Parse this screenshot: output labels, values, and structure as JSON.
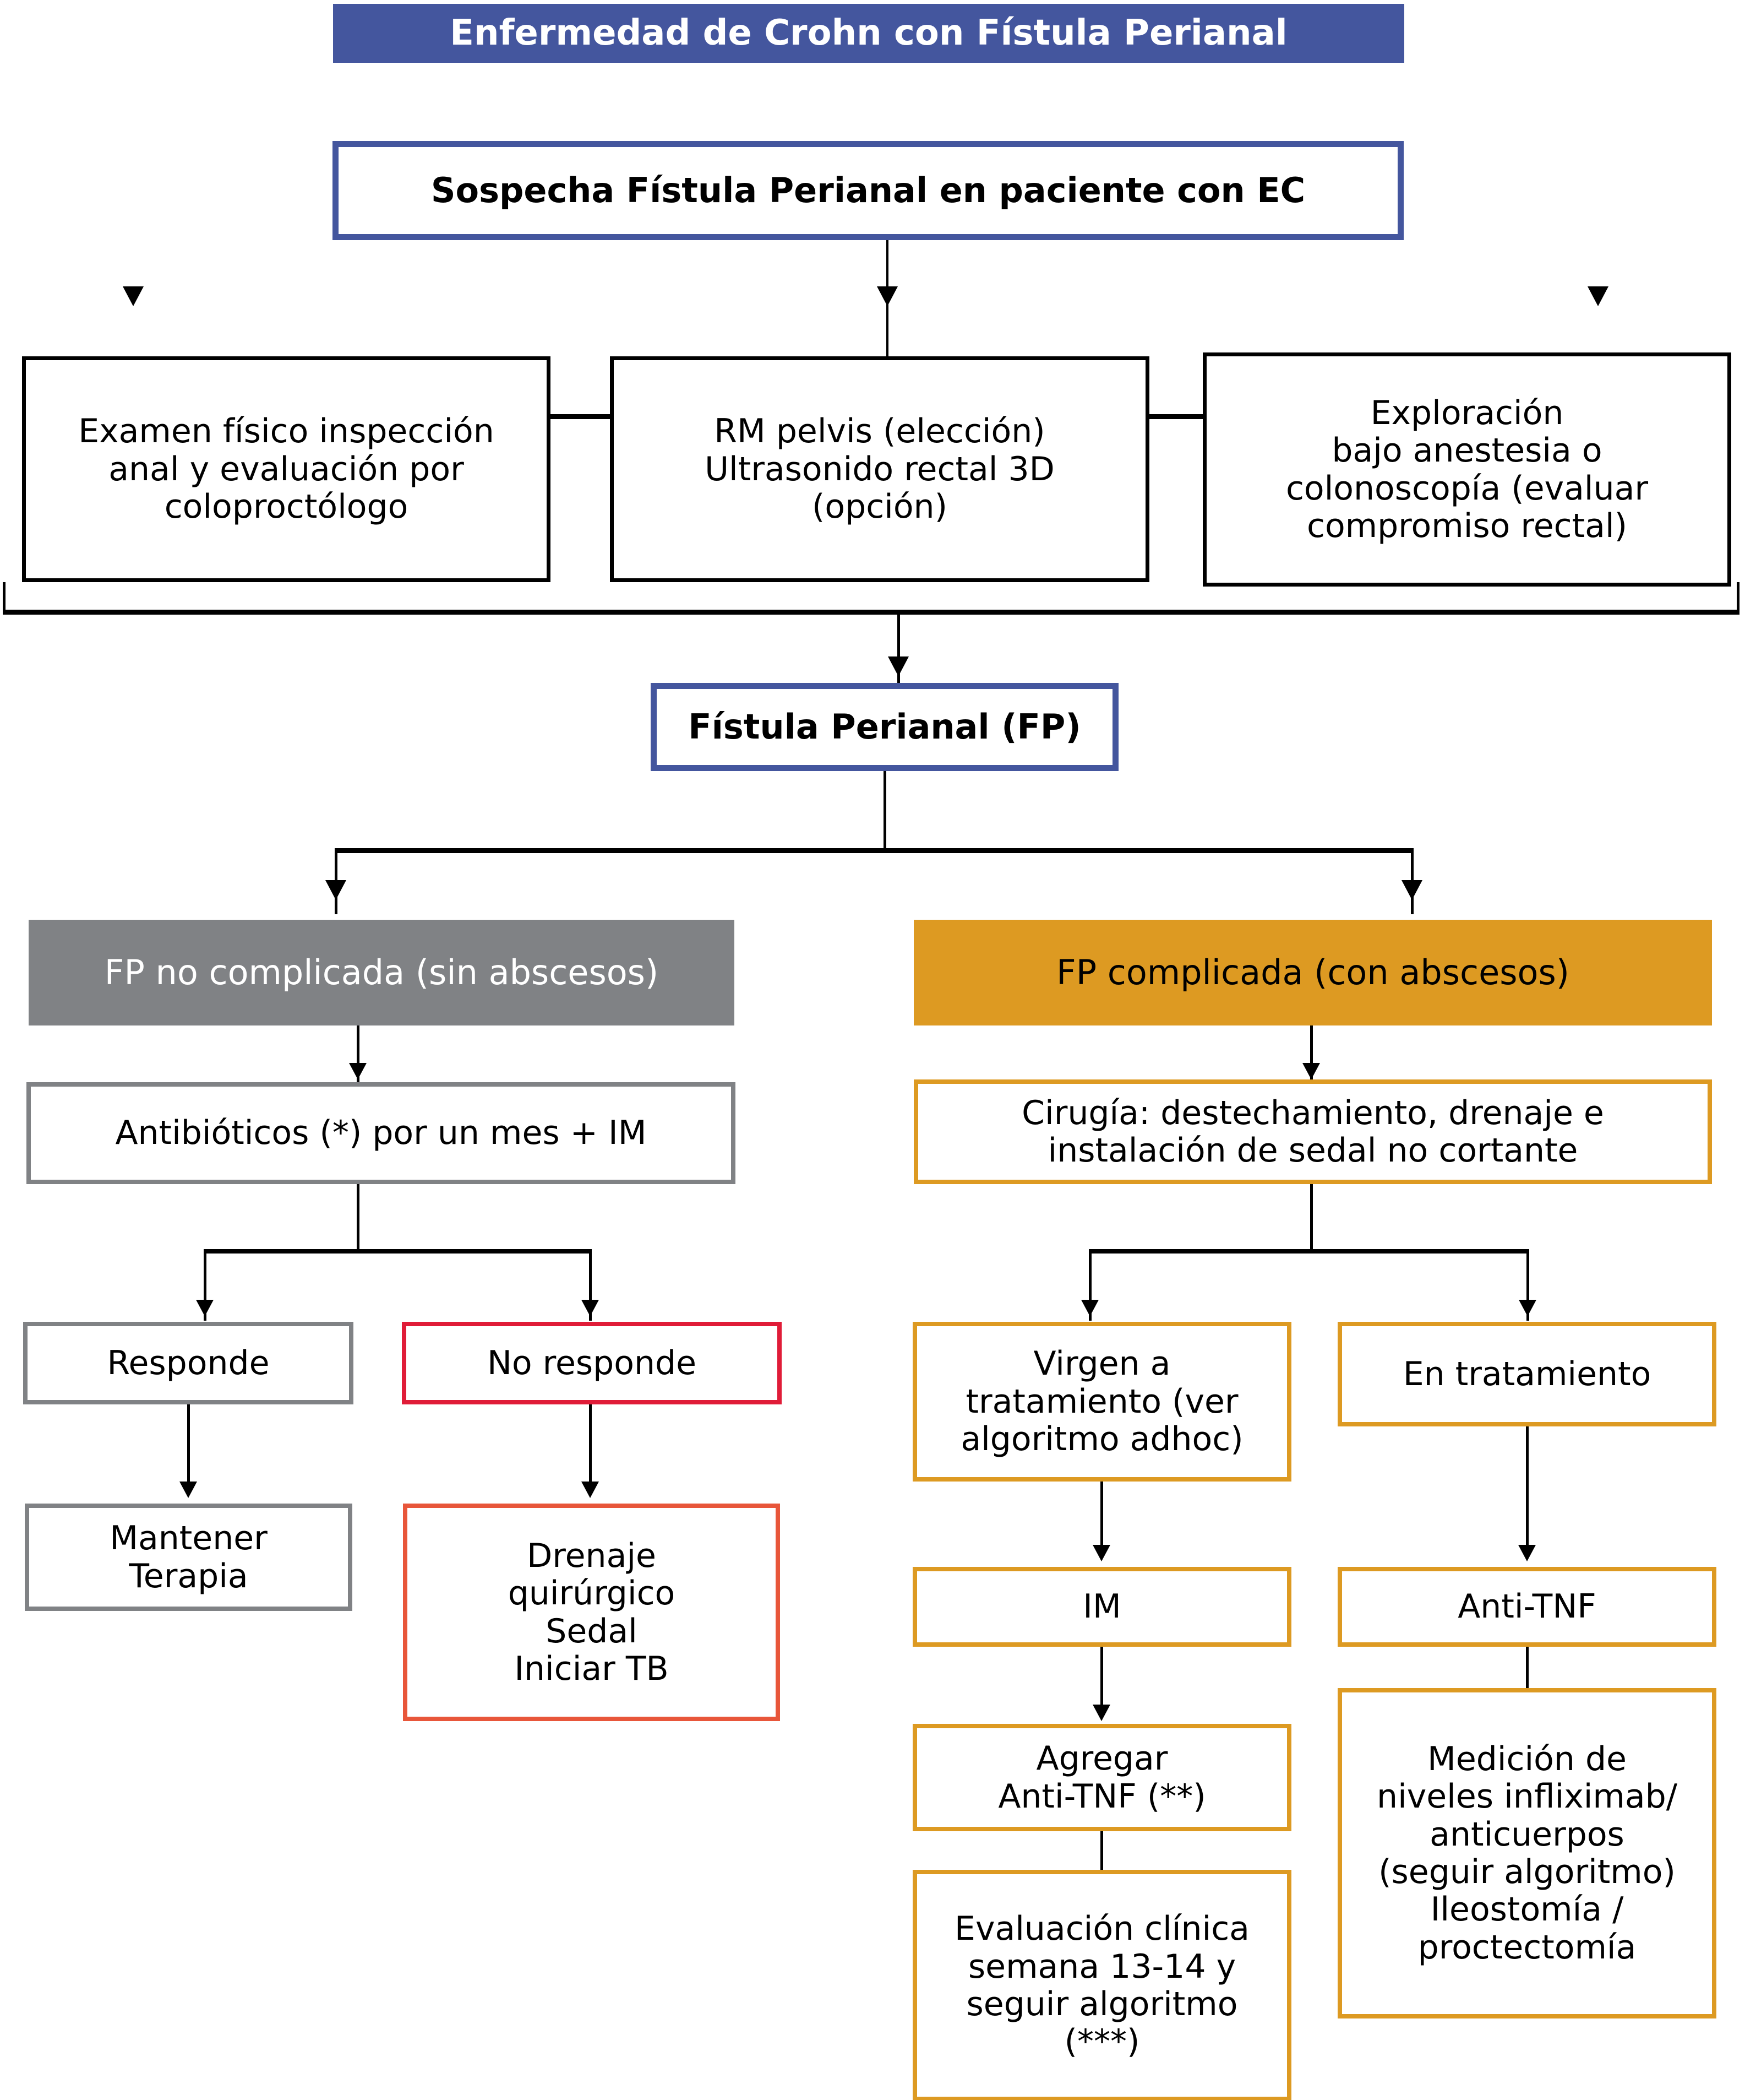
{
  "diagram": {
    "title": "Enfermedad de Crohn con Fístula Perianal",
    "language": "es",
    "palette": {
      "blue": "#44569E",
      "gray_fill": "#808285",
      "orange_fill": "#DD9A22",
      "orange_border": "#DD9A22",
      "crimson": "#E01C38",
      "tomato": "#E8563A",
      "black": "#000000",
      "white": "#FFFFFF"
    },
    "nodes": {
      "header_banner": "Enfermedad de Crohn con Fístula Perianal",
      "suspicion": "Sospecha Fístula Perianal en paciente con EC",
      "workup_1": "Examen físico inspección\nanal y  evaluación por\ncoloproctólogo",
      "workup_2": "RM pelvis (elección)\nUltrasonido rectal 3D\n(opción)",
      "workup_3": "Exploración\nbajo anestesia o\ncolonoscopía (evaluar\ncompromiso rectal)",
      "diagnosis": "Fístula Perianal (FP)",
      "branch_left_header": "FP no complicada (sin abscesos)",
      "branch_right_header": "FP complicada (con abscesos)",
      "left_antibiotics": "Antibióticos (*) por un mes + IM",
      "left_responds": "Responde",
      "left_not_responds": "No responde",
      "left_maintain": "Mantener\nTerapia",
      "left_surgical_drainage": "Drenaje\nquirúrgico\nSedal\nIniciar TB",
      "right_surgery": "Cirugía: destechamiento, drenaje e\ninstalación de sedal no cortante",
      "right_naive": "Virgen a\ntratamiento (ver\nalgoritmo adhoc)",
      "right_on_treatment": "En tratamiento",
      "right_im": "IM",
      "right_antitnf": "Anti-TNF",
      "right_add_antitnf": "Agregar\nAnti-TNF (**)",
      "right_levels": "Medición de\nniveles infliximab/\nanticuerpos\n(seguir algoritmo)\nIleostomía /\nproctectomía",
      "right_clinical_eval": "Evaluación clínica\nsemana 13-14 y\nseguir algoritmo\n(***)"
    }
  }
}
